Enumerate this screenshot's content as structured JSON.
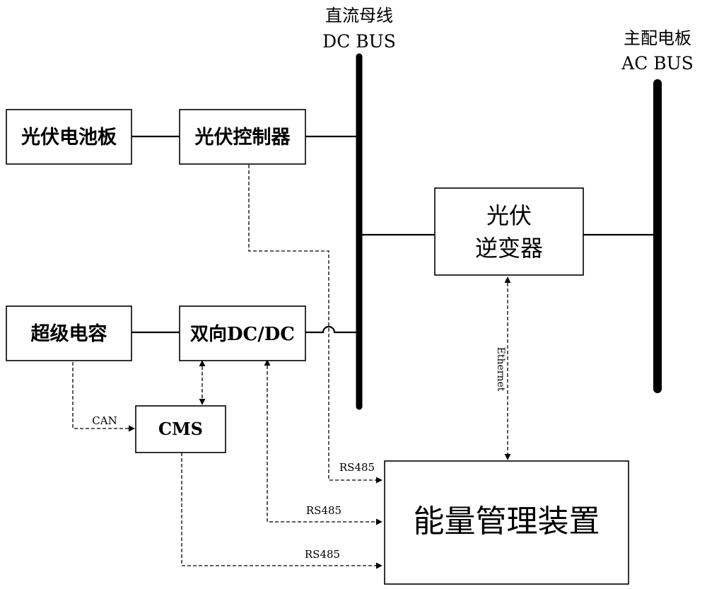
{
  "buses": {
    "dc": {
      "label_cn": "直流母线",
      "label_en": "DC BUS"
    },
    "ac": {
      "label_cn": "主配电板",
      "label_en": "AC BUS"
    }
  },
  "blocks": {
    "pv_panel": "光伏电池板",
    "pv_controller": "光伏控制器",
    "pv_inverter_line1": "光伏",
    "pv_inverter_line2": "逆变器",
    "supercap": "超级电容",
    "bidir_dcdc": "双向DC/DC",
    "cms": "CMS",
    "ems": "能量管理装置"
  },
  "links": {
    "can": "CAN",
    "ethernet": "Ethernet",
    "rs485_a": "RS485",
    "rs485_b": "RS485",
    "rs485_c": "RS485"
  }
}
